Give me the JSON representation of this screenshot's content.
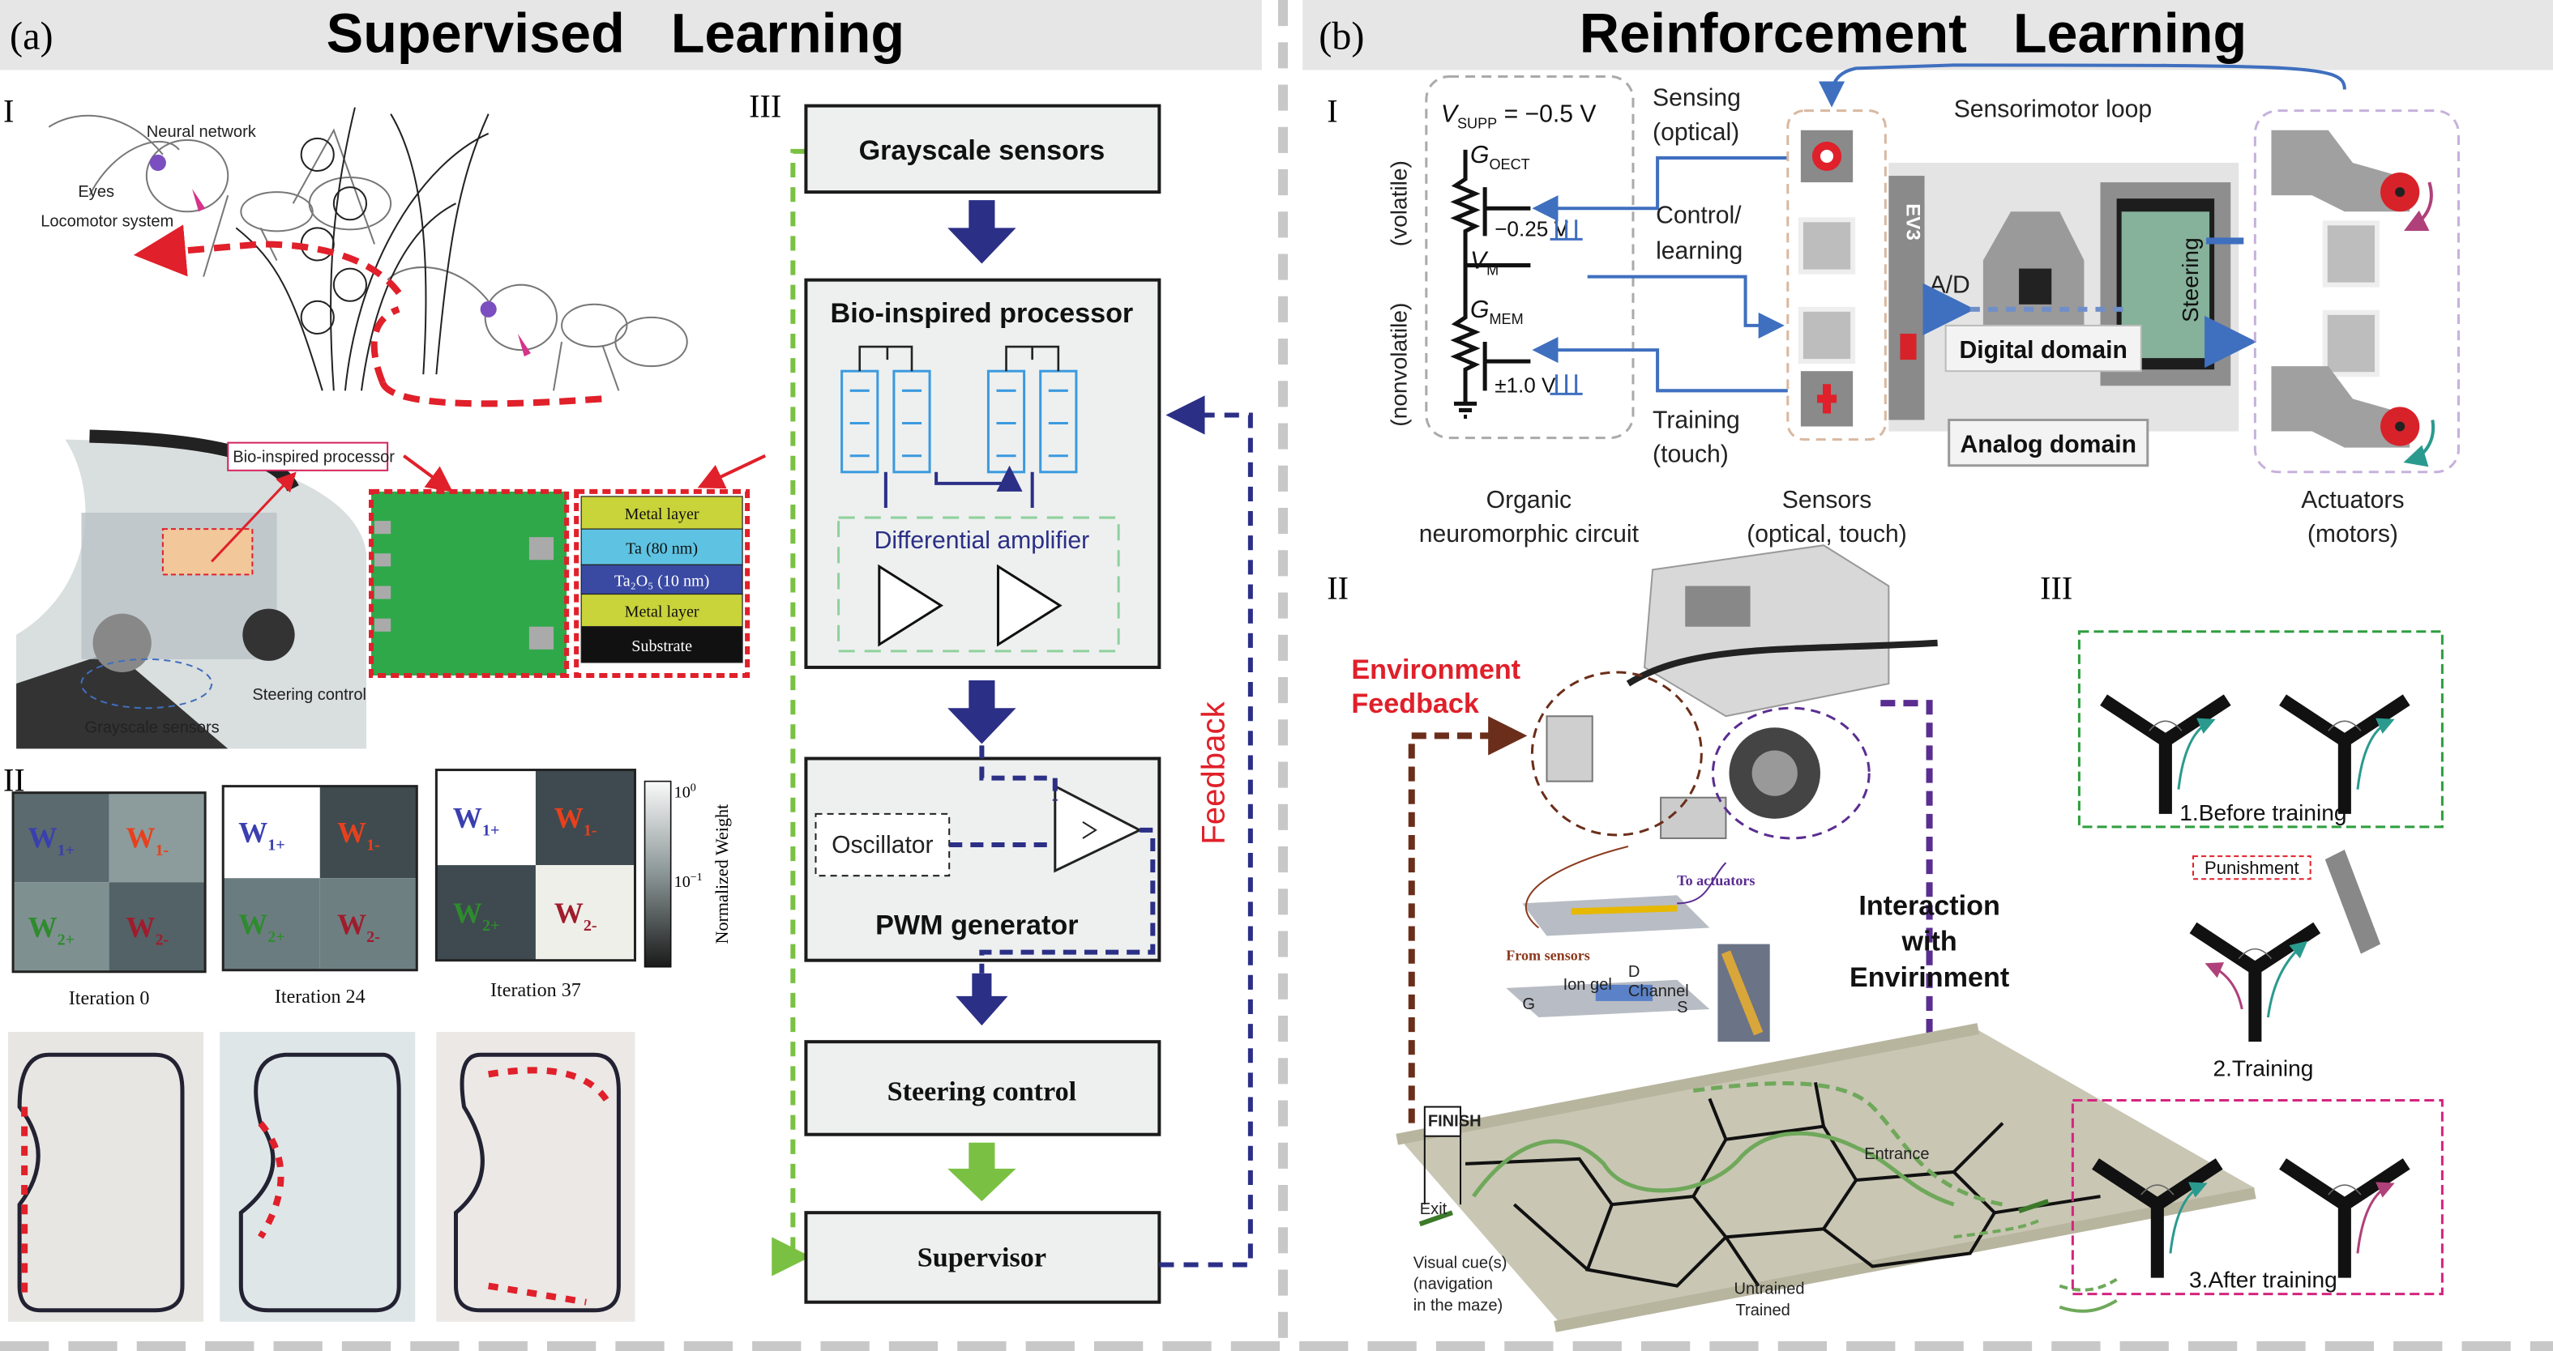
{
  "panel_a": {
    "label": "(a)",
    "title": "Supervised   Learning",
    "section_I": {
      "label": "I",
      "ant_labels": [
        "Neural network",
        "Eyes",
        "Locomotor system"
      ],
      "car_labels": {
        "processor": "Bio-inspired processor",
        "steering": "Steering control",
        "sensors": "Grayscale sensors"
      },
      "layer_stack": [
        {
          "name": "Metal layer",
          "color": "#c9d33a"
        },
        {
          "name": "Ta (80 nm)",
          "color": "#5ec3e2"
        },
        {
          "name": "Ta₂O₅ (10 nm)",
          "color": "#3a4aa3"
        },
        {
          "name": "Metal layer",
          "color": "#c9d33a"
        },
        {
          "name": "Substrate",
          "color": "#111111"
        }
      ]
    },
    "section_II": {
      "label": "II",
      "heatmaps": [
        {
          "caption": "Iteration 0",
          "cells": [
            {
              "label": "W",
              "sub": "1+",
              "shade": "#5a6a6e",
              "color": "#3a3fb0"
            },
            {
              "label": "W",
              "sub": "1-",
              "shade": "#8c9c9c",
              "color": "#e8401c"
            },
            {
              "label": "W",
              "sub": "2+",
              "shade": "#7f9091",
              "color": "#2e8b2e"
            },
            {
              "label": "W",
              "sub": "2-",
              "shade": "#536266",
              "color": "#a01c2c"
            }
          ]
        },
        {
          "caption": "Iteration 24",
          "cells": [
            {
              "label": "W",
              "sub": "1+",
              "shade": "#ffffff",
              "color": "#3a3fb0"
            },
            {
              "label": "W",
              "sub": "1-",
              "shade": "#3f4b4f",
              "color": "#e8401c"
            },
            {
              "label": "W",
              "sub": "2+",
              "shade": "#6b7c80",
              "color": "#2e8b2e"
            },
            {
              "label": "W",
              "sub": "2-",
              "shade": "#6e7f82",
              "color": "#a01c2c"
            }
          ]
        },
        {
          "caption": "Iteration 37",
          "cells": [
            {
              "label": "W",
              "sub": "1+",
              "shade": "#ffffff",
              "color": "#3a3fb0"
            },
            {
              "label": "W",
              "sub": "1-",
              "shade": "#3e4a4f",
              "color": "#e8401c"
            },
            {
              "label": "W",
              "sub": "2+",
              "shade": "#3e4a4f",
              "color": "#2e8b2e"
            },
            {
              "label": "W",
              "sub": "2-",
              "shade": "#efefea",
              "color": "#a01c2c"
            }
          ]
        }
      ],
      "colorbar": {
        "label": "Normalized Weight",
        "ticks": [
          {
            "base": "10",
            "exp": "0"
          },
          {
            "base": "10",
            "exp": "−1"
          }
        ],
        "scale": "log"
      }
    },
    "section_III": {
      "label": "III",
      "blocks": {
        "grayscale": "Grayscale sensors",
        "processor": "Bio-inspired processor",
        "diff_amp": "Differential amplifier",
        "oscillator": "Oscillator",
        "pwm": "PWM generator",
        "steering": "Steering control",
        "supervisor": "Supervisor"
      },
      "feedback": "Feedback",
      "colors": {
        "arrow": "#2b2f86",
        "green": "#7ac143",
        "feedback": "#e0202a"
      }
    }
  },
  "panel_b": {
    "label": "(b)",
    "title": "Reinforcement   Learning",
    "section_I": {
      "label": "I",
      "circuit": {
        "vsupp": {
          "main": "V",
          "sub": "SUPP",
          "rest": " = −0.5 V"
        },
        "goect": {
          "main": "G",
          "sub": "OECT"
        },
        "v1": "−0.25 V",
        "vm": {
          "main": "V",
          "sub": "M"
        },
        "gmem": {
          "main": "G",
          "sub": "MEM"
        },
        "v2": "±1.0 V",
        "volatile": "(volatile)",
        "nonvolatile": "(nonvolatile)"
      },
      "signals": {
        "sensing": [
          "Sensing",
          "(optical)"
        ],
        "control": [
          "Control/",
          "learning"
        ],
        "training": [
          "Training",
          "(touch)"
        ]
      },
      "loop": "Sensorimotor loop",
      "brick": {
        "logo": "EV3",
        "ad": "A/D",
        "digital": "Digital domain",
        "analog": "Analog domain",
        "steering": "Steering"
      },
      "captions": {
        "circuit": [
          "Organic",
          "neuromorphic circuit"
        ],
        "sensors": [
          "Sensors",
          "(optical, touch)"
        ],
        "actuators": [
          "Actuators",
          "(motors)"
        ]
      },
      "colors": {
        "sensors": "#8b4a2b",
        "actuators": "#6b3f9e",
        "signal": "#3f6fbf"
      }
    },
    "section_II": {
      "label": "II",
      "env_feedback": [
        "Environment",
        "Feedback"
      ],
      "interaction": [
        "Interaction",
        "with",
        "Envirinment"
      ],
      "device": {
        "to_actuators": "To actuators",
        "from_sensors": "From sensors",
        "ion_gel": "Ion gel",
        "channel": "Channel",
        "g": "G",
        "d": "D",
        "s": "S"
      },
      "maze": {
        "finish": "FINISH",
        "exit": "Exit",
        "entrance": "Entrance",
        "cue": [
          "Visual cue(s)",
          "(navigation",
          "in the maze)"
        ],
        "untrained": "Untrained",
        "trained": "Trained"
      }
    },
    "section_III": {
      "label": "III",
      "steps": [
        "1.Before training",
        "2.Training",
        "3.After training"
      ],
      "punishment": "Punishment"
    }
  }
}
